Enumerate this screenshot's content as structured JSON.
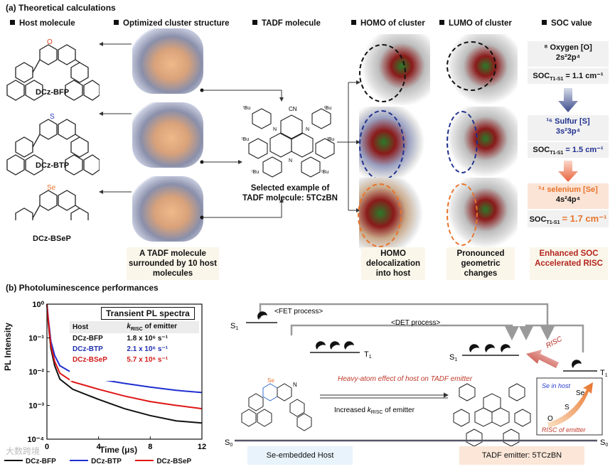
{
  "section_a": {
    "title": "(a) Theoretical calculations",
    "columns": [
      "Host molecule",
      "Optimized cluster structure",
      "TADF molecule",
      "HOMO of cluster",
      "LUMO of cluster",
      "SOC value"
    ],
    "hosts": [
      {
        "name": "DCz-BFP",
        "heteroatom": "O"
      },
      {
        "name": "DCz-BTP",
        "heteroatom": "S"
      },
      {
        "name": "DCz-BSeP",
        "heteroatom": "Se"
      }
    ],
    "tadf_caption": "Selected example of TADF molecule: 5TCzBN",
    "tadf_labels": {
      "cn": "CN",
      "tbu": "ᵗBu",
      "n": "N"
    },
    "captions": {
      "cluster": "A TADF molecule surrounded by 10 host molecules",
      "homo": "HOMO delocalization into host",
      "lumo": "Pronounced geometric changes",
      "soc": "Enhanced SOC Accelerated RISC"
    },
    "soc": [
      {
        "element": "⁸ Oxygen [O]",
        "config": "2s²2p⁴",
        "soc_label": "SOC",
        "sub": "T1-S1",
        "value": "= 1.1 cm⁻¹",
        "color": "#111111"
      },
      {
        "element": "¹⁶ Sulfur [S]",
        "config": "3s²3p⁴",
        "soc_label": "SOC",
        "sub": "T1-S1",
        "value": "= 1.5 cm⁻¹",
        "color": "#1f2f8f"
      },
      {
        "element": "³⁴ selenium [Se]",
        "config": "4s²4p⁴",
        "soc_label": "SOC",
        "sub": "T1-S1",
        "value": "= 1.7 cm⁻¹",
        "color": "#e8732a"
      }
    ]
  },
  "section_b": {
    "title": "(b) Photoluminescence performances",
    "chart_title": "Transient PL spectra",
    "table_header": {
      "host": "Host",
      "krisc": "k",
      "krisc_sub": "RISC",
      "krisc_tail": " of emitter"
    },
    "table_rows": [
      {
        "host": "DCz-BFP",
        "val": "1.8 x 10⁶ s⁻¹",
        "color": "#111111"
      },
      {
        "host": "DCz-BTP",
        "val": "2.1 x 10⁶ s⁻¹",
        "color": "#1f2fb0"
      },
      {
        "host": "DCz-BSeP",
        "val": "5.7 x 10⁶ s⁻¹",
        "color": "#d11a1a"
      }
    ],
    "legend": [
      {
        "name": "DCz-BFP",
        "color": "#111111"
      },
      {
        "name": "DCz-BTP",
        "color": "#1f2fd0"
      },
      {
        "name": "DCz-BSeP",
        "color": "#e01515"
      }
    ],
    "diagram": {
      "fet": "<FET process>",
      "det": "<DET process>",
      "s1": "S",
      "s1_sub": "1",
      "t1": "T",
      "t1_sub": "1",
      "s0": "S",
      "s0_sub": "0",
      "risc": "RISC",
      "heavy_atom": "Heavy-atom effect of host on TADF emitter",
      "increased": "Increased ",
      "increased_k": "k",
      "increased_sub": "RISC",
      "increased_tail": " of emitter",
      "host_box": "Se-embedded Host",
      "emitter_box": "TADF emitter: 5TCzBN",
      "inset_title": "Se in host",
      "inset_footer": "RISC of emitter",
      "inset_atoms": [
        "O",
        "S",
        "Se"
      ],
      "mol_labels": {
        "se": "Se",
        "n": "N"
      }
    },
    "watermark": "大数跨境"
  },
  "chart_data": {
    "type": "line",
    "title": "",
    "xlabel": "Time (μs)",
    "ylabel": "PL Intensity",
    "xlim": [
      0,
      12
    ],
    "ylim": [
      0.0001,
      1
    ],
    "yscale": "log",
    "x_ticks": [
      "0",
      "4",
      "8",
      "12"
    ],
    "y_ticks": [
      "10⁰",
      "10⁻¹",
      "10⁻²",
      "10⁻³",
      "10⁻⁴"
    ],
    "series": [
      {
        "name": "DCz-BFP",
        "color": "#111111",
        "x": [
          0,
          0.1,
          0.3,
          0.6,
          1,
          2,
          4,
          6,
          8,
          10,
          12
        ],
        "y": [
          1,
          0.3,
          0.05,
          0.015,
          0.006,
          0.003,
          0.0015,
          0.0008,
          0.0005,
          0.00035,
          0.0003
        ]
      },
      {
        "name": "DCz-BTP",
        "color": "#1f2fd0",
        "x": [
          0,
          0.1,
          0.3,
          0.6,
          1,
          2,
          4,
          6,
          8,
          10,
          12
        ],
        "y": [
          1,
          0.4,
          0.08,
          0.03,
          0.015,
          0.009,
          0.006,
          0.0045,
          0.0035,
          0.0028,
          0.0024
        ]
      },
      {
        "name": "DCz-BSeP",
        "color": "#e01515",
        "x": [
          0,
          0.1,
          0.3,
          0.6,
          1,
          2,
          4,
          6,
          8,
          10,
          12
        ],
        "y": [
          1,
          0.35,
          0.06,
          0.02,
          0.009,
          0.005,
          0.003,
          0.0019,
          0.0013,
          0.001,
          0.0008
        ]
      }
    ]
  }
}
